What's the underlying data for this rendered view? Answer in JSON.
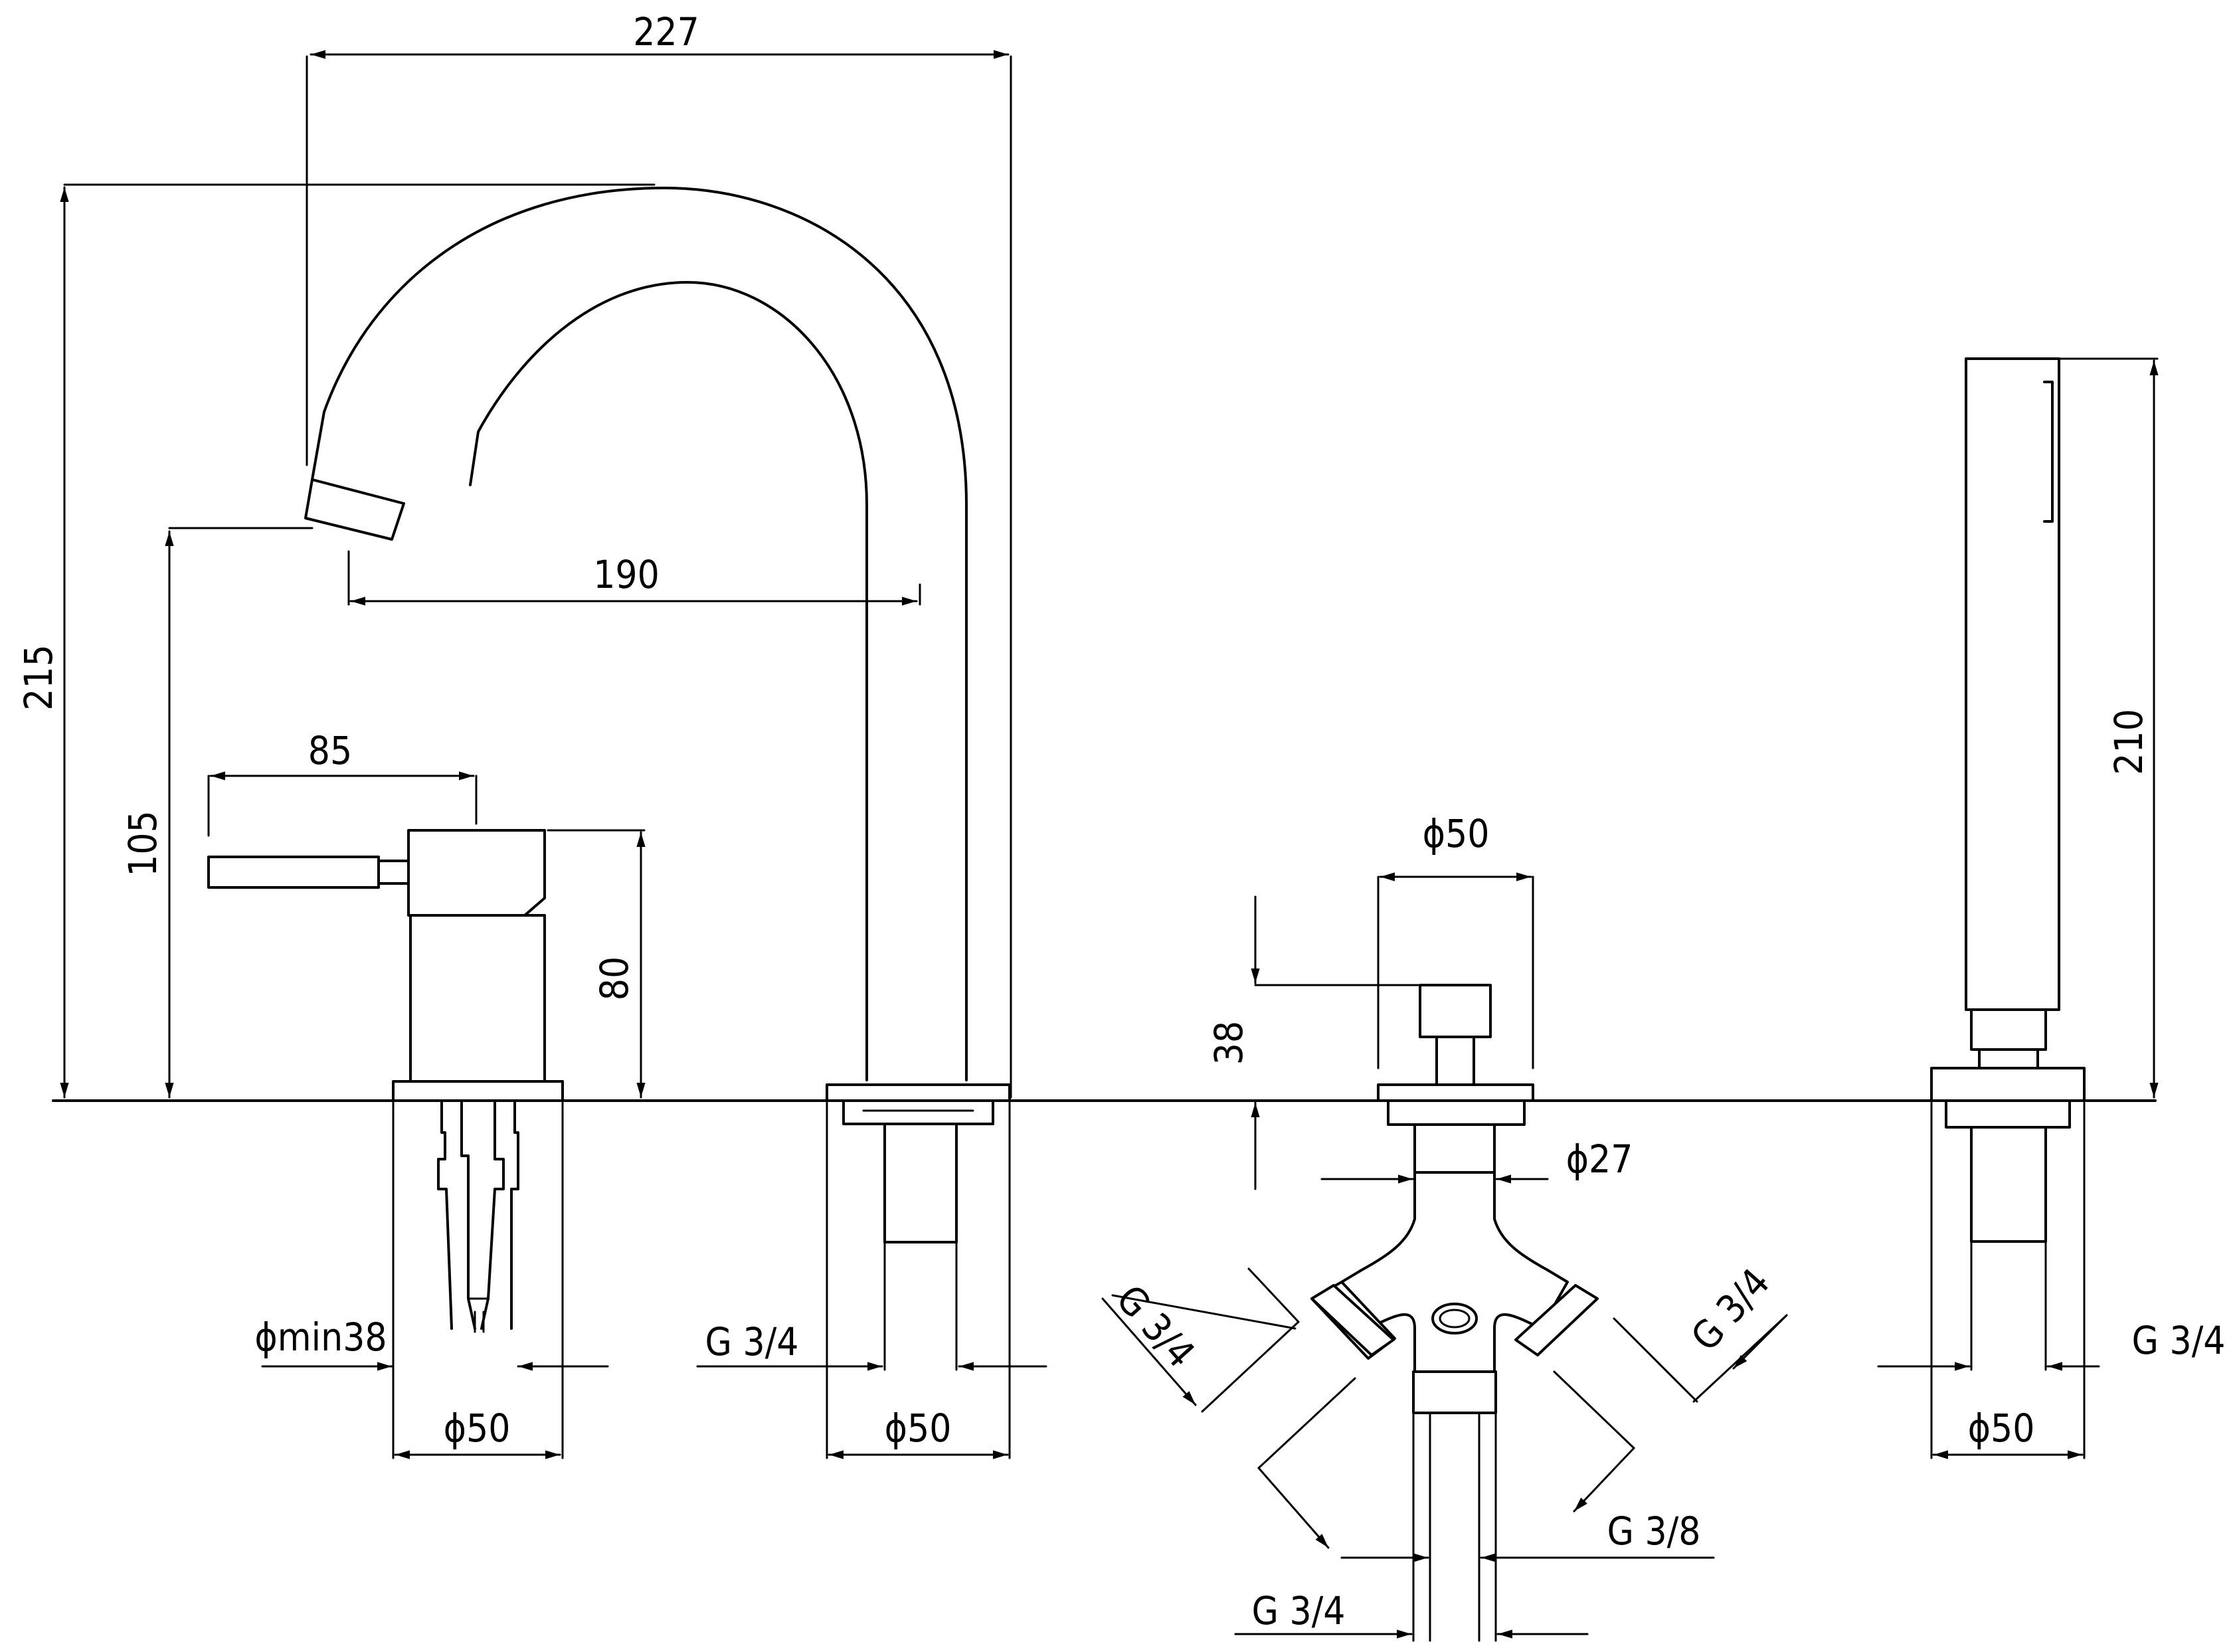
{
  "dimensions": {
    "spout_reach_total": "227",
    "total_height": "215",
    "spout_reach": "190",
    "outlet_height": "105",
    "lever_length": "85",
    "mixer_height": "80",
    "spout_base_diameter": "ϕ50",
    "mixer_base_diameter": "ϕ50",
    "spout_connection": "G 3/4",
    "min_hole": "ϕmin38",
    "diverter_diameter": "ϕ50",
    "diverter_height": "38",
    "diverter_body": "ϕ27",
    "diverter_left_inlet": "G 3/4",
    "diverter_right_inlet": "G 3/4",
    "diverter_outlet": "G 3/8",
    "diverter_bottom": "G 3/4",
    "shower_height": "210",
    "shower_connection": "G 3/4",
    "shower_base_diameter": "ϕ50"
  }
}
